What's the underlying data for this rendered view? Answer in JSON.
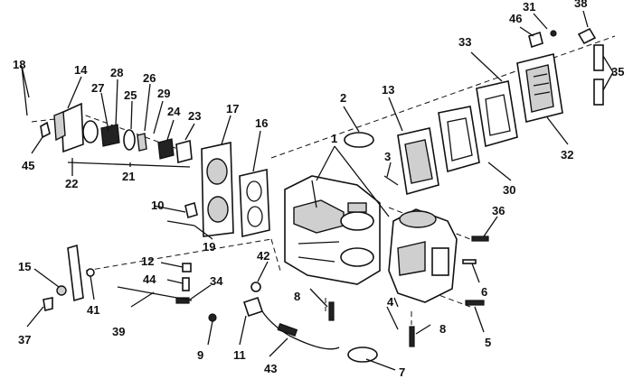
{
  "diagram": {
    "colors": {
      "ink": "#111111",
      "background": "#ffffff"
    },
    "callouts": [
      {
        "id": "c1",
        "text": "1"
      },
      {
        "id": "c2",
        "text": "2"
      },
      {
        "id": "c3",
        "text": "3"
      },
      {
        "id": "c4",
        "text": "4"
      },
      {
        "id": "c5",
        "text": "5"
      },
      {
        "id": "c6",
        "text": "6"
      },
      {
        "id": "c7",
        "text": "7"
      },
      {
        "id": "c8a",
        "text": "8"
      },
      {
        "id": "c8b",
        "text": "8"
      },
      {
        "id": "c9",
        "text": "9"
      },
      {
        "id": "c10",
        "text": "10"
      },
      {
        "id": "c11",
        "text": "11"
      },
      {
        "id": "c12",
        "text": "12"
      },
      {
        "id": "c13",
        "text": "13"
      },
      {
        "id": "c14",
        "text": "14"
      },
      {
        "id": "c15",
        "text": "15"
      },
      {
        "id": "c16",
        "text": "16"
      },
      {
        "id": "c17",
        "text": "17"
      },
      {
        "id": "c18",
        "text": "18"
      },
      {
        "id": "c19",
        "text": "19"
      },
      {
        "id": "c21",
        "text": "21"
      },
      {
        "id": "c22",
        "text": "22"
      },
      {
        "id": "c23",
        "text": "23"
      },
      {
        "id": "c24",
        "text": "24"
      },
      {
        "id": "c25",
        "text": "25"
      },
      {
        "id": "c26",
        "text": "26"
      },
      {
        "id": "c27",
        "text": "27"
      },
      {
        "id": "c28",
        "text": "28"
      },
      {
        "id": "c29",
        "text": "29"
      },
      {
        "id": "c30",
        "text": "30"
      },
      {
        "id": "c31",
        "text": "31"
      },
      {
        "id": "c32",
        "text": "32"
      },
      {
        "id": "c33",
        "text": "33"
      },
      {
        "id": "c34",
        "text": "34"
      },
      {
        "id": "c35",
        "text": "35"
      },
      {
        "id": "c36",
        "text": "36"
      },
      {
        "id": "c37",
        "text": "37"
      },
      {
        "id": "c38",
        "text": "38"
      },
      {
        "id": "c39",
        "text": "39"
      },
      {
        "id": "c41",
        "text": "41"
      },
      {
        "id": "c42",
        "text": "42"
      },
      {
        "id": "c43",
        "text": "43"
      },
      {
        "id": "c44",
        "text": "44"
      },
      {
        "id": "c45",
        "text": "45"
      },
      {
        "id": "c46",
        "text": "46"
      }
    ]
  }
}
